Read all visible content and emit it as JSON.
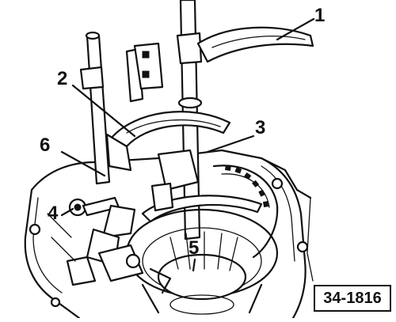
{
  "figure": {
    "id_label": "34-1816",
    "callouts": [
      {
        "label": "1",
        "part": "upper-shift-fork"
      },
      {
        "label": "2",
        "part": "middle-shift-fork"
      },
      {
        "label": "3",
        "part": "lower-shift-fork"
      },
      {
        "label": "4",
        "part": "lever-pivot"
      },
      {
        "label": "5",
        "part": "gear-assembly"
      },
      {
        "label": "6",
        "part": "selector-rail"
      }
    ]
  }
}
